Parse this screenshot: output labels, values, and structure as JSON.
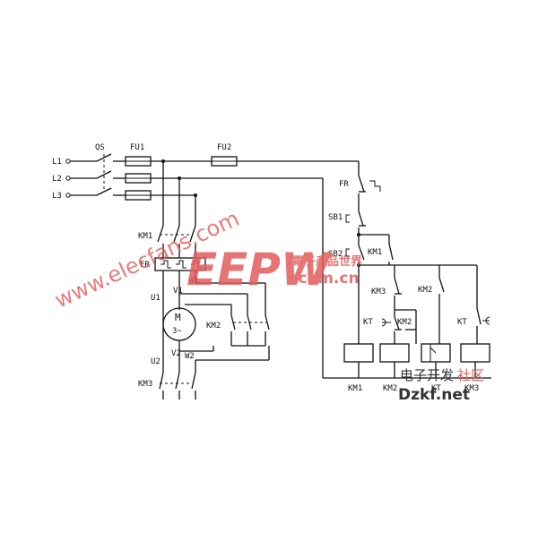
{
  "diagram": {
    "power": {
      "lines": [
        "L1",
        "L2",
        "L3"
      ],
      "qs": "QS",
      "fu1": "FU1",
      "fu2": "FU2",
      "km1": "KM1",
      "fr": "FR",
      "motor": "M",
      "motor_sub": "3~",
      "u1": "U1",
      "v1": "V1",
      "w1": "W1",
      "u2": "U2",
      "v2": "V2",
      "w2": "W2",
      "km2": "KM2",
      "km3": "KM3"
    },
    "control": {
      "fr": "FR",
      "sb1": "SB1",
      "sb2": "SB2",
      "km1_aux": "KM1",
      "km3_nc": "KM3",
      "km2_nc": "KM2",
      "kt_nc": "KT",
      "km2_aux": "KM2",
      "kt_no": "KT",
      "coils": [
        "KM1",
        "KM2",
        "KT",
        "KM3"
      ]
    }
  },
  "watermarks": {
    "url": "www.elecfans.com",
    "logo": "EEPW",
    "logo_cn": "電子產品世界",
    "logo_com": ".com.cn",
    "cn": "电子开发",
    "cn_highlight": "社区",
    "net": "Dzkf.net"
  },
  "colors": {
    "line": "#111111",
    "watermark": "#e25c5c",
    "watermark_dark": "#333333"
  }
}
